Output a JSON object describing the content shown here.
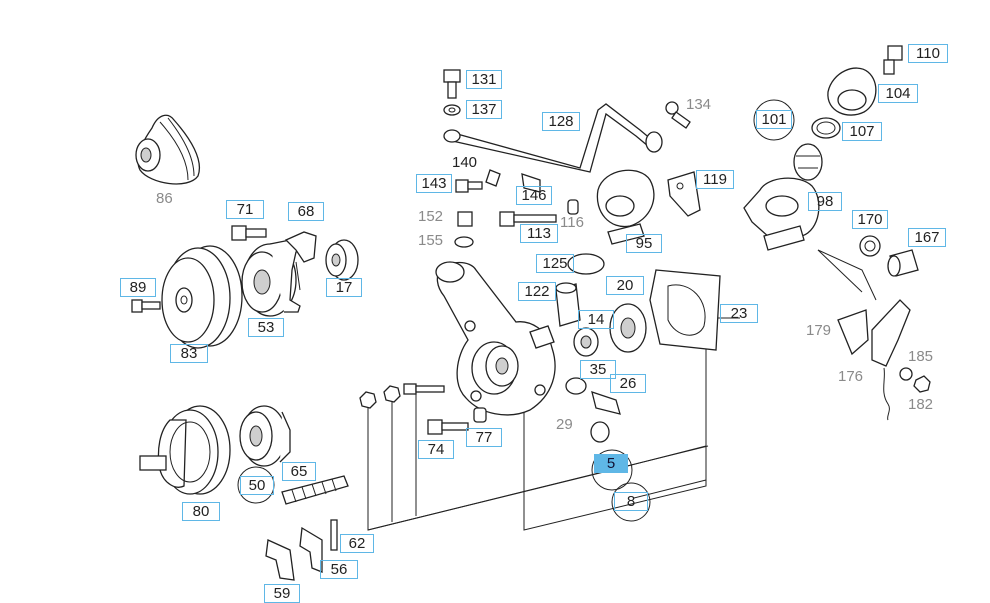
{
  "callouts": [
    {
      "id": "131",
      "label": "131"
    },
    {
      "id": "137",
      "label": "137"
    },
    {
      "id": "128",
      "label": "128"
    },
    {
      "id": "134",
      "label": "134",
      "plain": true
    },
    {
      "id": "110",
      "label": "110"
    },
    {
      "id": "104",
      "label": "104"
    },
    {
      "id": "101",
      "label": "101"
    },
    {
      "id": "107",
      "label": "107"
    },
    {
      "id": "140",
      "label": "140",
      "plain": true,
      "dark": true
    },
    {
      "id": "143",
      "label": "143"
    },
    {
      "id": "146",
      "label": "146"
    },
    {
      "id": "119",
      "label": "119"
    },
    {
      "id": "98",
      "label": "98"
    },
    {
      "id": "152",
      "label": "152",
      "plain": true
    },
    {
      "id": "113",
      "label": "113"
    },
    {
      "id": "116",
      "label": "116",
      "plain": true
    },
    {
      "id": "155",
      "label": "155",
      "plain": true
    },
    {
      "id": "95",
      "label": "95"
    },
    {
      "id": "170",
      "label": "170"
    },
    {
      "id": "167",
      "label": "167"
    },
    {
      "id": "125",
      "label": "125"
    },
    {
      "id": "122",
      "label": "122"
    },
    {
      "id": "20",
      "label": "20"
    },
    {
      "id": "14",
      "label": "14"
    },
    {
      "id": "23",
      "label": "23"
    },
    {
      "id": "179",
      "label": "179",
      "plain": true
    },
    {
      "id": "35",
      "label": "35"
    },
    {
      "id": "26",
      "label": "26"
    },
    {
      "id": "185",
      "label": "185",
      "plain": true
    },
    {
      "id": "176",
      "label": "176",
      "plain": true
    },
    {
      "id": "182",
      "label": "182",
      "plain": true
    },
    {
      "id": "29",
      "label": "29",
      "plain": true
    },
    {
      "id": "5",
      "label": "5",
      "selected": true
    },
    {
      "id": "8",
      "label": "8"
    },
    {
      "id": "86",
      "label": "86",
      "plain": true
    },
    {
      "id": "71",
      "label": "71"
    },
    {
      "id": "68",
      "label": "68"
    },
    {
      "id": "89",
      "label": "89"
    },
    {
      "id": "17",
      "label": "17"
    },
    {
      "id": "53",
      "label": "53"
    },
    {
      "id": "83",
      "label": "83"
    },
    {
      "id": "74",
      "label": "74"
    },
    {
      "id": "77",
      "label": "77"
    },
    {
      "id": "65",
      "label": "65"
    },
    {
      "id": "50",
      "label": "50"
    },
    {
      "id": "80",
      "label": "80"
    },
    {
      "id": "62",
      "label": "62"
    },
    {
      "id": "56",
      "label": "56"
    },
    {
      "id": "59",
      "label": "59"
    }
  ],
  "colors": {
    "highlight": "#5fb7e6",
    "border": "#5fb7e6",
    "ink": "#222222",
    "muted": "#8a8a8a"
  }
}
